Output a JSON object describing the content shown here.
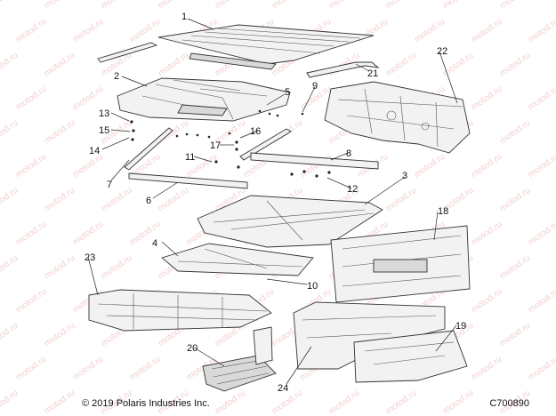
{
  "watermark_text": "motod.ru",
  "footer": {
    "copyright": "© 2019 Polaris Industries Inc.",
    "diagram_code": "C700890"
  },
  "callouts": [
    "1",
    "2",
    "3",
    "4",
    "5",
    "6",
    "7",
    "8",
    "9",
    "10",
    "11",
    "12",
    "13",
    "14",
    "15",
    "16",
    "17",
    "18",
    "19",
    "20",
    "21",
    "22",
    "23",
    "24"
  ]
}
